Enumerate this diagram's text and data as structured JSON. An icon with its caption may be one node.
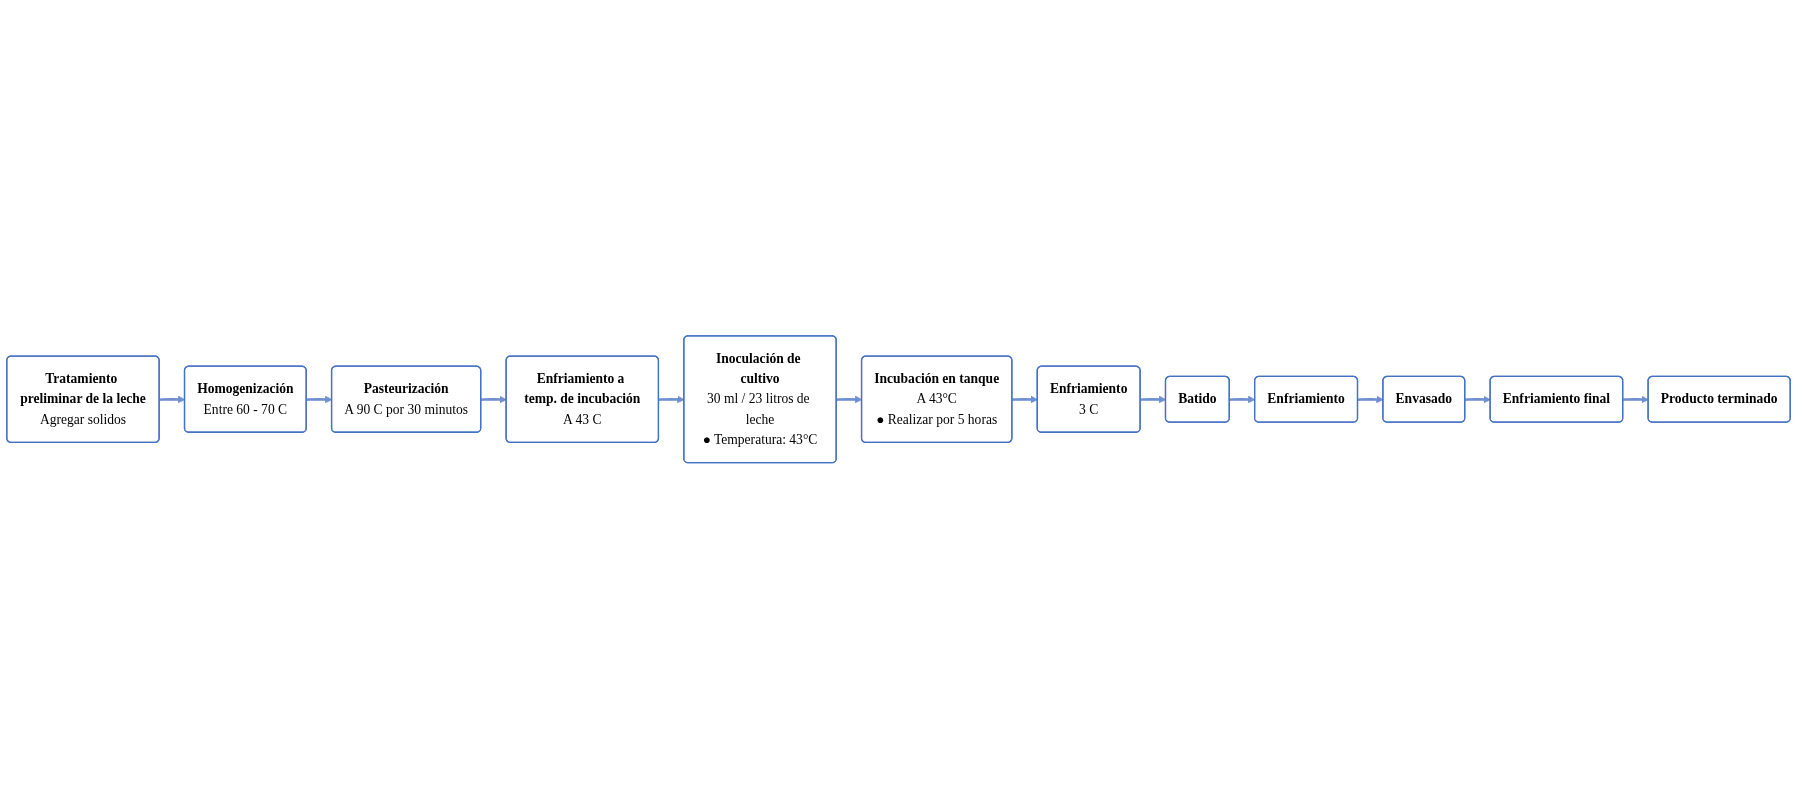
{
  "diagram": {
    "nodes": [
      {
        "text": [
          "Tratamiento preliminar de la leche",
          "Agregar solidos"
        ]
      },
      {
        "text": [
          "Homogenización",
          "Entre 60 - 70 C"
        ]
      },
      {
        "text": [
          "Pasteurización",
          "A 90 C por 30 minutos"
        ]
      },
      {
        "text": [
          "Enfriamiento a temp. de incubación",
          "A 43 C"
        ]
      },
      {
        "text": [
          "Inoculación de cultivo",
          "30 ml / 23 litros de leche",
          "● Temperatura: 43°C"
        ]
      },
      {
        "text": [
          "Incubación en tanque",
          "A 43°C",
          "● Realizar por 5 horas"
        ]
      },
      {
        "text": [
          "Enfriamiento",
          "3 C"
        ]
      },
      {
        "text": [
          "Batido"
        ]
      },
      {
        "text": [
          "Enfriamiento"
        ]
      },
      {
        "text": [
          "Envasado"
        ]
      },
      {
        "text": [
          "Enfriamiento final"
        ]
      },
      {
        "text": [
          "Producto terminado"
        ]
      }
    ],
    "edges": [
      {
        "from": 0,
        "to": 1,
        "arrow": "to"
      },
      {
        "from": 1,
        "to": 2,
        "arrow": "to"
      },
      {
        "from": 2,
        "to": 3,
        "arrow": "to"
      },
      {
        "from": 3,
        "to": 4,
        "arrow": "to"
      },
      {
        "from": 4,
        "to": 5,
        "arrow": "to"
      },
      {
        "from": 5,
        "to": 6,
        "arrow": "to"
      },
      {
        "from": 6,
        "to": 7,
        "arrow": "to"
      },
      {
        "from": 7,
        "to": 8,
        "arrow": "to"
      },
      {
        "from": 8,
        "to": 9,
        "arrow": "to"
      },
      {
        "from": 9,
        "to": 10,
        "arrow": "to"
      },
      {
        "from": 10,
        "to": 11,
        "arrow": "to"
      }
    ]
  }
}
